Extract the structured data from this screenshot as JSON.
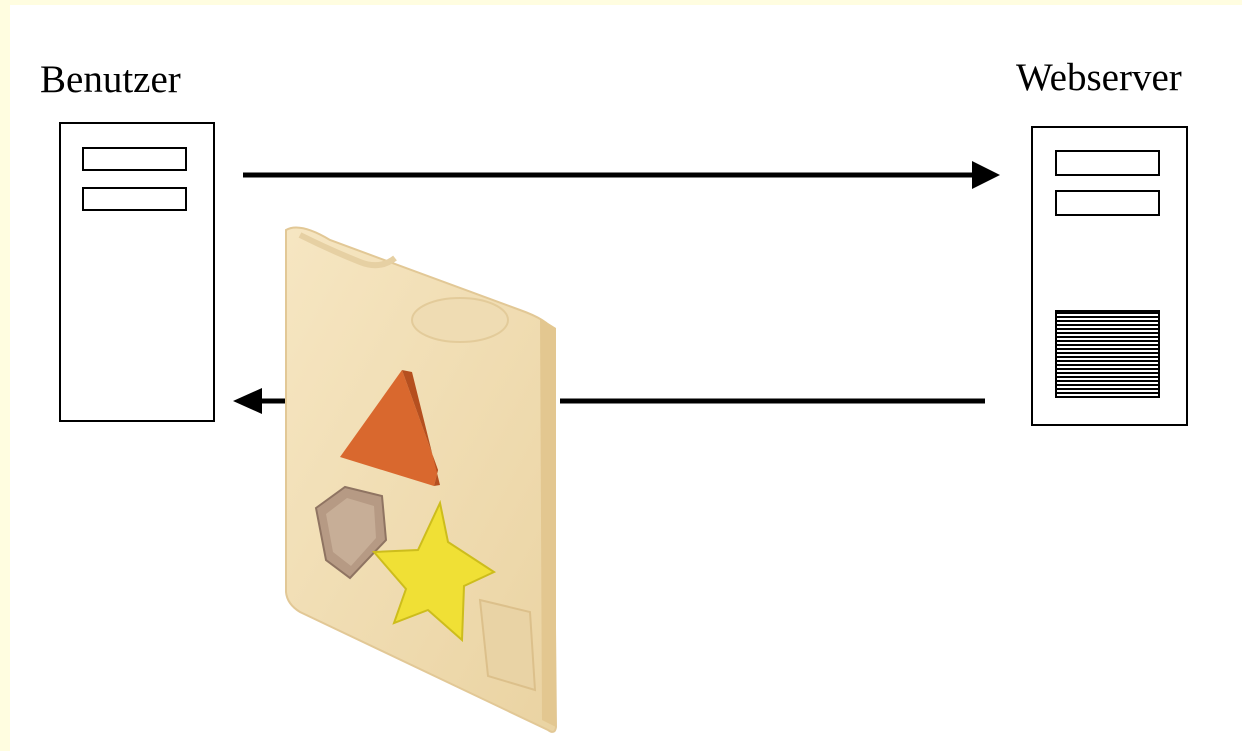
{
  "diagram": {
    "user_label": "Benutzer",
    "server_label": "Webserver",
    "colors": {
      "edge": "#fffde0",
      "background": "#ffffff",
      "line": "#000000",
      "board": "#f1ddb2",
      "board_side": "#e0c38e",
      "triangle_piece": "#d9682e",
      "pentagon_hole": "#b69a84",
      "star_piece": "#f0e035"
    },
    "icons": {
      "user_computer": "computer-tower-icon",
      "web_server": "server-tower-icon",
      "request_arrow": "arrow-right-icon",
      "response_arrow": "arrow-left-icon",
      "shape_sorter": "shape-sorter-toy-image"
    }
  }
}
